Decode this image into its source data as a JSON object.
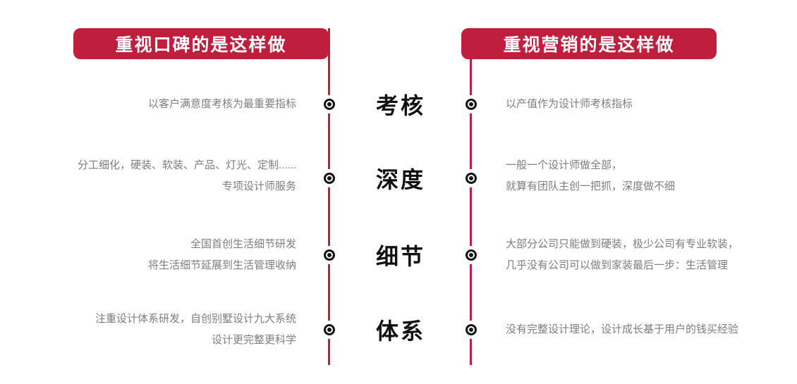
{
  "diagram": {
    "title_left": "重视口碑的是这样做",
    "title_right": "重视营销的是这样做",
    "categories": [
      "考核",
      "深度",
      "细节",
      "体系"
    ],
    "left_items": [
      {
        "line1": "以客户满意度考核为最重要指标"
      },
      {
        "line1": "分工细化，硬装、软装、产品、灯光、定制......",
        "line2": "专项设计师服务"
      },
      {
        "line1": "全国首创生活细节研发",
        "line2": "将生活细节延展到生活管理收纳"
      },
      {
        "line1": "注重设计体系研发，自创别墅设计九大系统",
        "line2": "设计更完整更科学"
      }
    ],
    "right_items": [
      {
        "line1": "以产值作为设计师考核指标"
      },
      {
        "line1": "一般一个设计师做全部，",
        "line2": "就算有团队主创一把抓，深度做不细"
      },
      {
        "line1": "大部分公司只能做到硬装，极少公司有专业软装，",
        "line2": "几乎没有公司可以做到家装最后一步：生活管理"
      },
      {
        "line1": "没有完整设计理论，设计成长基于用户的钱买经验"
      }
    ],
    "colors": {
      "accent_red": "#BF1E3D",
      "text_gray": "#7D7D7D",
      "text_black": "#111111",
      "background": "#FFFFFF"
    },
    "icons": {
      "row_marker": "bullseye-icon"
    }
  }
}
